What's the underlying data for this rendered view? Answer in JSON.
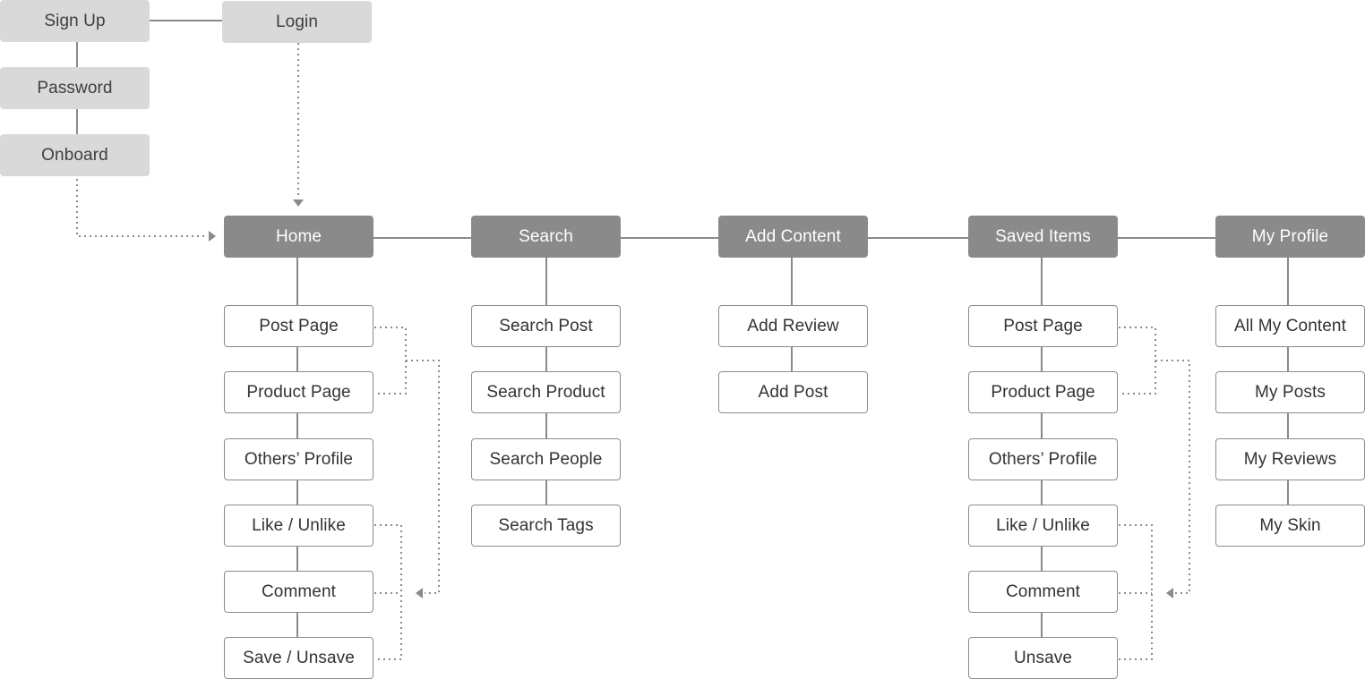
{
  "entry": {
    "sign_up": "Sign Up",
    "login": "Login",
    "password": "Password",
    "onboard": "Onboard"
  },
  "sections": {
    "home": "Home",
    "search": "Search",
    "add_content": "Add Content",
    "saved_items": "Saved Items",
    "my_profile": "My Profile"
  },
  "home_pages": [
    "Post Page",
    "Product Page",
    "Others’ Profile",
    "Like / Unlike",
    "Comment",
    "Save / Unsave"
  ],
  "search_pages": [
    "Search Post",
    "Search Product",
    "Search People",
    "Search Tags"
  ],
  "add_content_pages": [
    "Add Review",
    "Add Post"
  ],
  "saved_pages": [
    "Post Page",
    "Product Page",
    "Others’ Profile",
    "Like / Unlike",
    "Comment",
    "Unsave"
  ],
  "profile_pages": [
    "All My Content",
    "My Posts",
    "My Reviews",
    "My Skin"
  ],
  "colors": {
    "entry_fill": "#d9d9d9",
    "section_fill": "#8a8a8a",
    "page_border": "#8c8c8c",
    "connector": "#8a8a8a"
  }
}
